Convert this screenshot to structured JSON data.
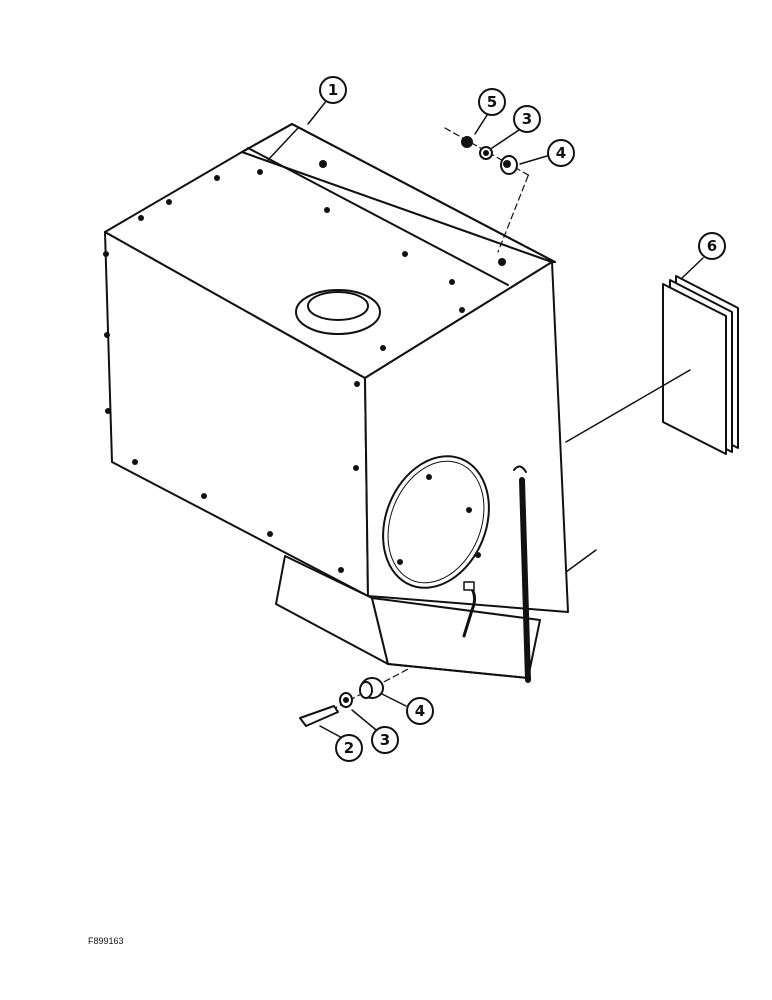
{
  "figure_id": "F899163",
  "callouts": [
    {
      "number": "1"
    },
    {
      "number": "5"
    },
    {
      "number": "3"
    },
    {
      "number": "4"
    },
    {
      "number": "6"
    },
    {
      "number": "4"
    },
    {
      "number": "3"
    },
    {
      "number": "2"
    }
  ],
  "colors": {
    "ink": "#111111",
    "paper": "#ffffff"
  }
}
